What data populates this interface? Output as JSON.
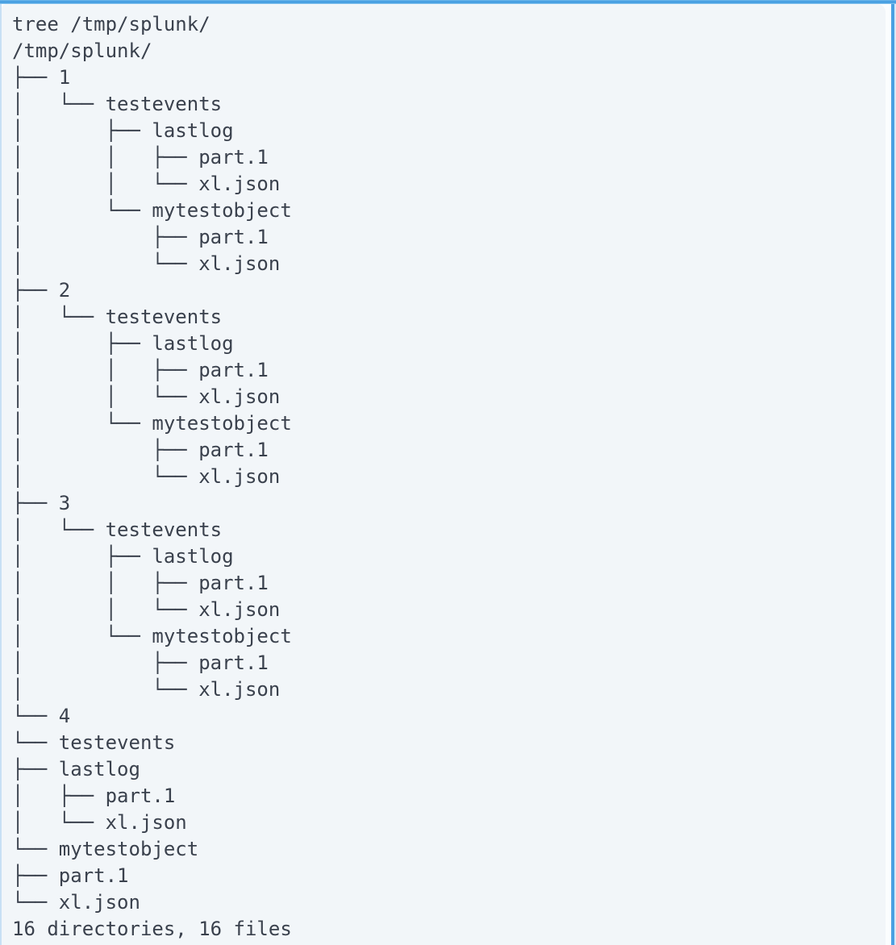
{
  "code_block": {
    "command": "tree /tmp/splunk/",
    "summary": "16 directories, 16 files",
    "lines": [
      "tree /tmp/splunk/",
      "/tmp/splunk/",
      "├── 1",
      "│   └── testevents",
      "│       ├── lastlog",
      "│       │   ├── part.1",
      "│       │   └── xl.json",
      "│       └── mytestobject",
      "│           ├── part.1",
      "│           └── xl.json",
      "├── 2",
      "│   └── testevents",
      "│       ├── lastlog",
      "│       │   ├── part.1",
      "│       │   └── xl.json",
      "│       └── mytestobject",
      "│           ├── part.1",
      "│           └── xl.json",
      "├── 3",
      "│   └── testevents",
      "│       ├── lastlog",
      "│       │   ├── part.1",
      "│       │   └── xl.json",
      "│       └── mytestobject",
      "│           ├── part.1",
      "│           └── xl.json",
      "└── 4",
      "└── testevents",
      "├── lastlog",
      "│   ├── part.1",
      "│   └── xl.json",
      "└── mytestobject",
      "├── part.1",
      "└── xl.json",
      "16 directories, 16 files"
    ]
  },
  "colors": {
    "page_bg": "#fbfdfe",
    "card_bg": "#f2f6f9",
    "ring_blue": "#4aa1e2",
    "ring_left": "#c8e0f4",
    "edge_right": "#d5e9f8",
    "text": "#3a414d"
  }
}
